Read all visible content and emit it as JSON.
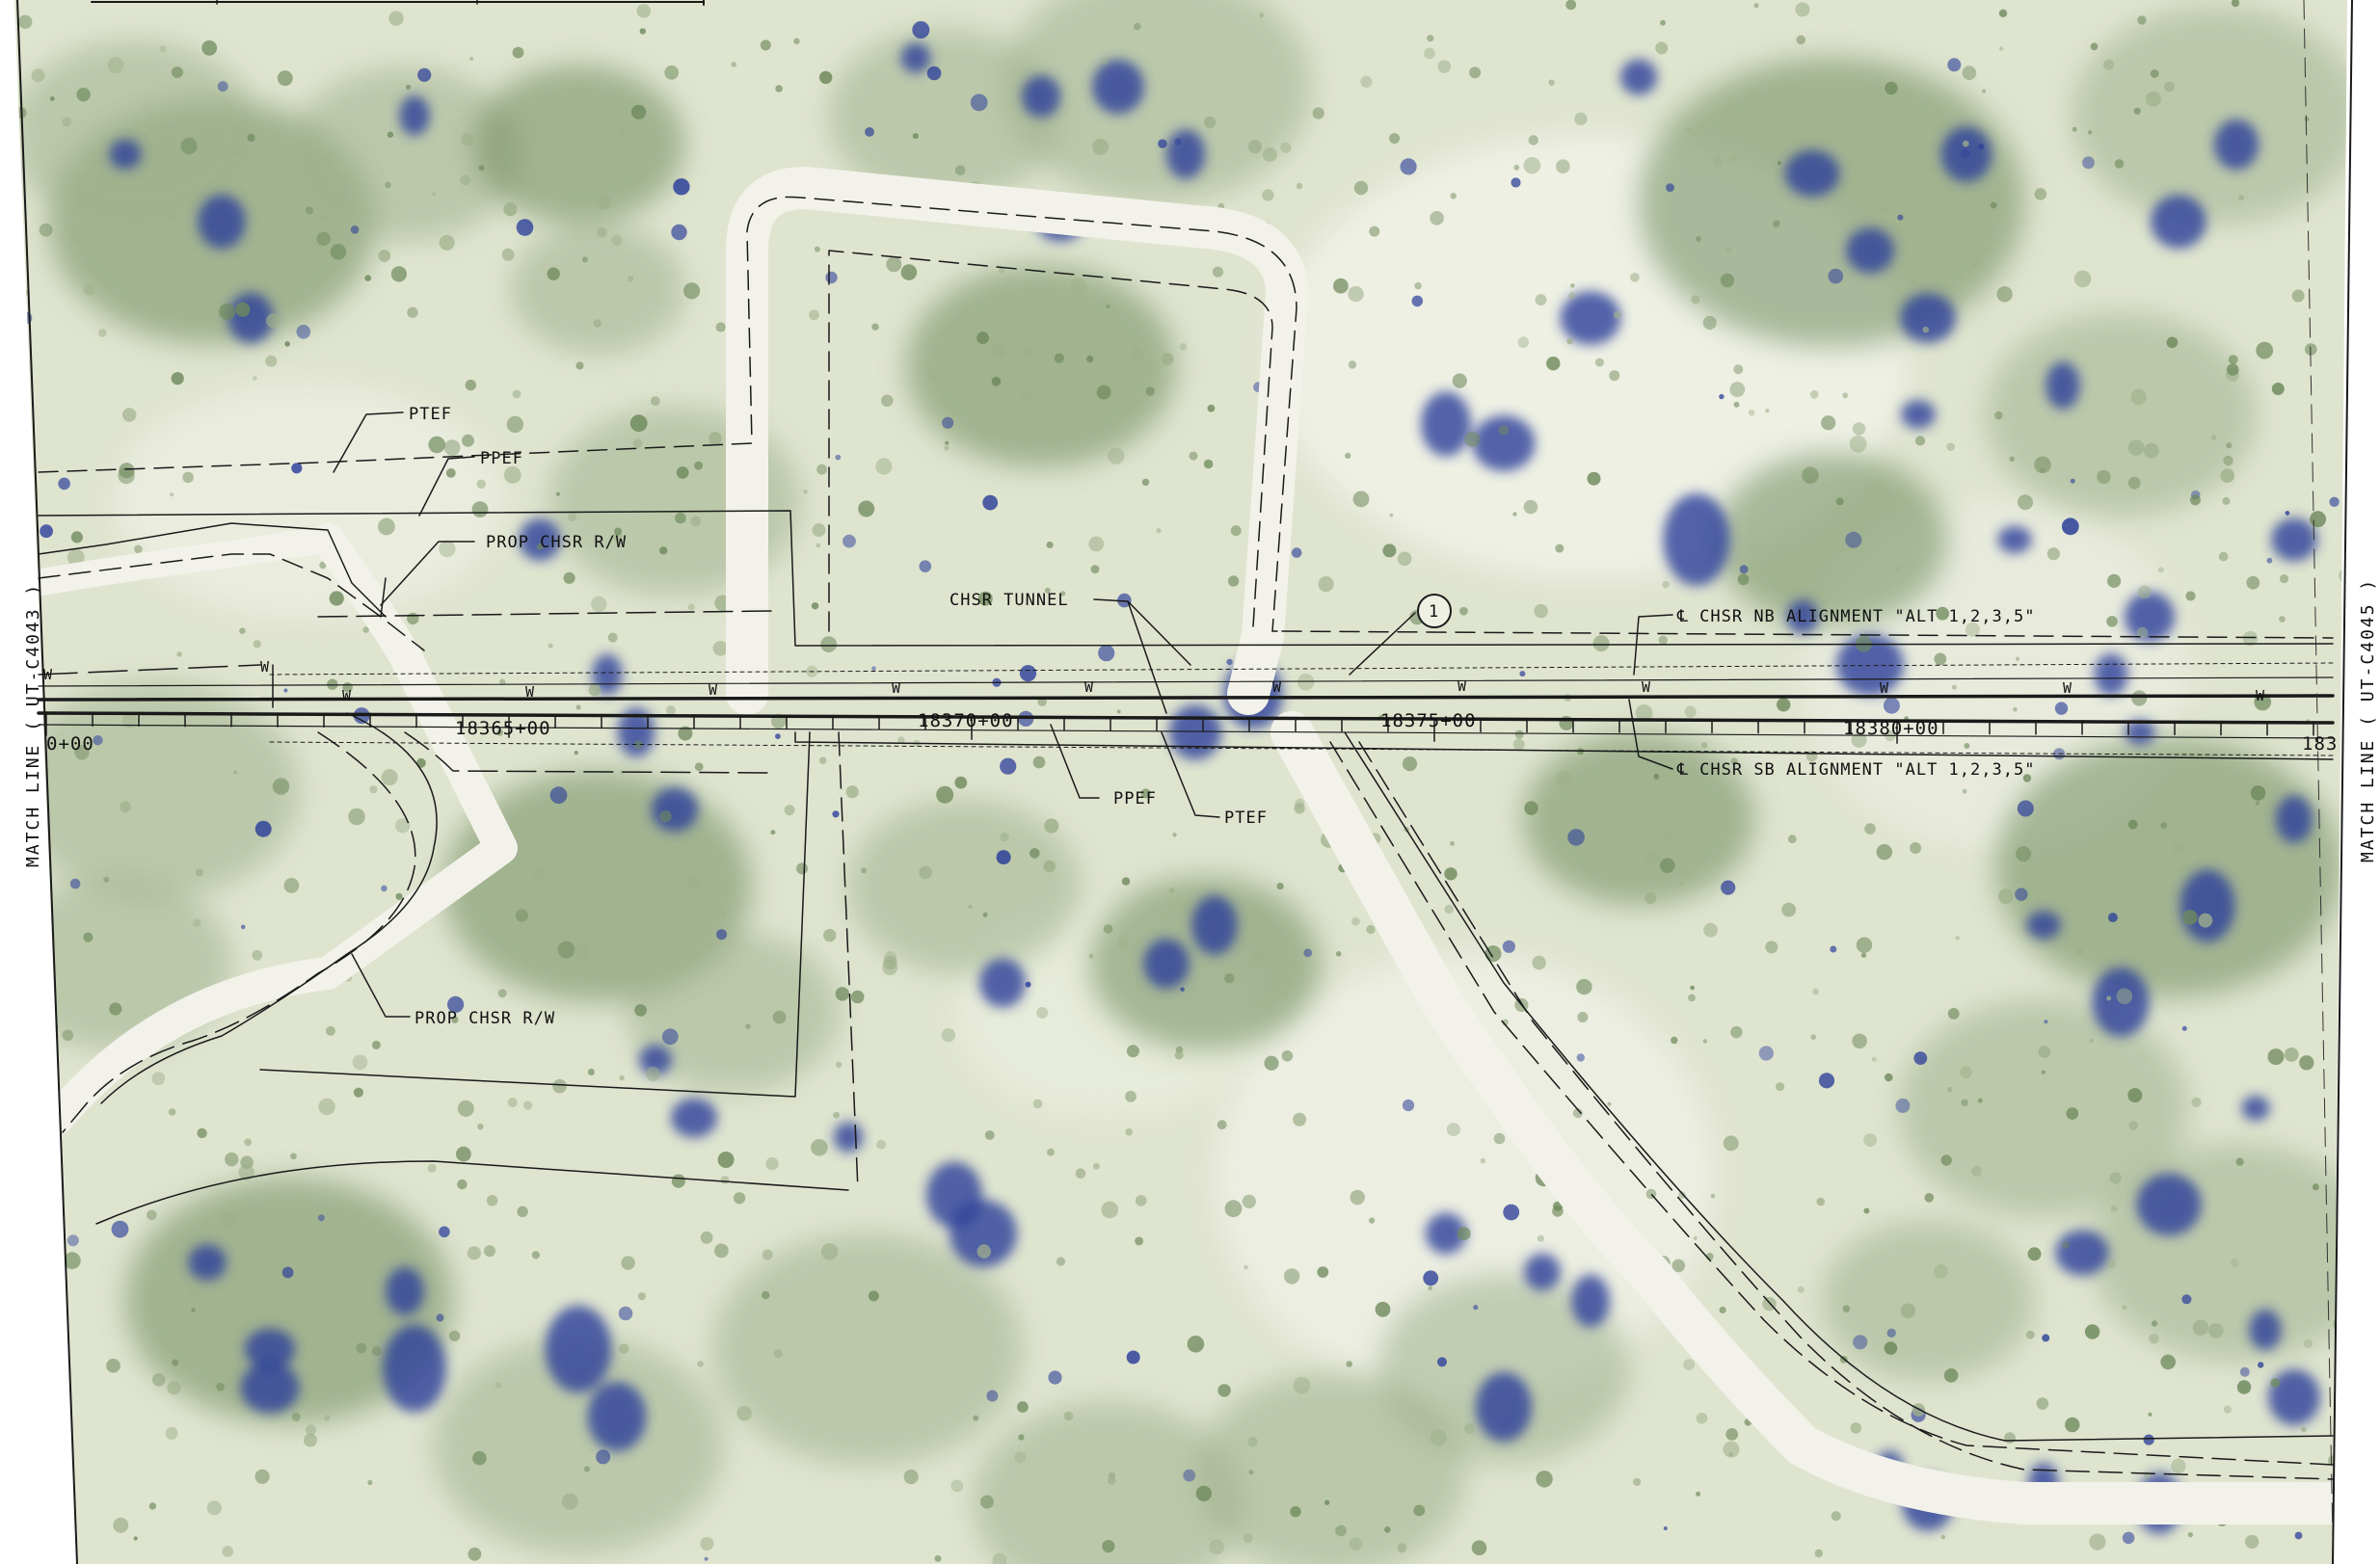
{
  "sheet": {
    "match_line_left": "MATCH LINE ( UT-C4043 )",
    "match_line_right": "MATCH LINE ( UT-C4045 )"
  },
  "stations": {
    "partial_left": "0+00",
    "s1": "18365+00",
    "s2": "18370+00",
    "s3": "18375+00",
    "s4": "18380+00",
    "partial_right": "183"
  },
  "labels": {
    "ptef_top": "PTEF",
    "ppef_top": "PPEF",
    "prop_row_top": "PROP CHSR R/W",
    "chsr_tunnel": "CHSR TUNNEL",
    "callout_number": "1",
    "nb_alignment": "℄ CHSR NB ALIGNMENT \"ALT 1,2,3,5\"",
    "sb_alignment": "℄ CHSR SB ALIGNMENT \"ALT 1,2,3,5\"",
    "ppef_bottom": "PPEF",
    "ptef_bottom": "PTEF",
    "prop_row_bottom": "PROP CHSR R/W"
  },
  "utility_marker": "W",
  "colors": {
    "terrain_base": "#dfe4cf",
    "terrain_light": "#eef0e4",
    "vegetation_dark": "#2c3f9a",
    "vegetation_mid": "#6f8a5d",
    "vegetation_light": "#9fb08c",
    "linework": "#1a1a1a",
    "road": "#f3f2ea"
  }
}
